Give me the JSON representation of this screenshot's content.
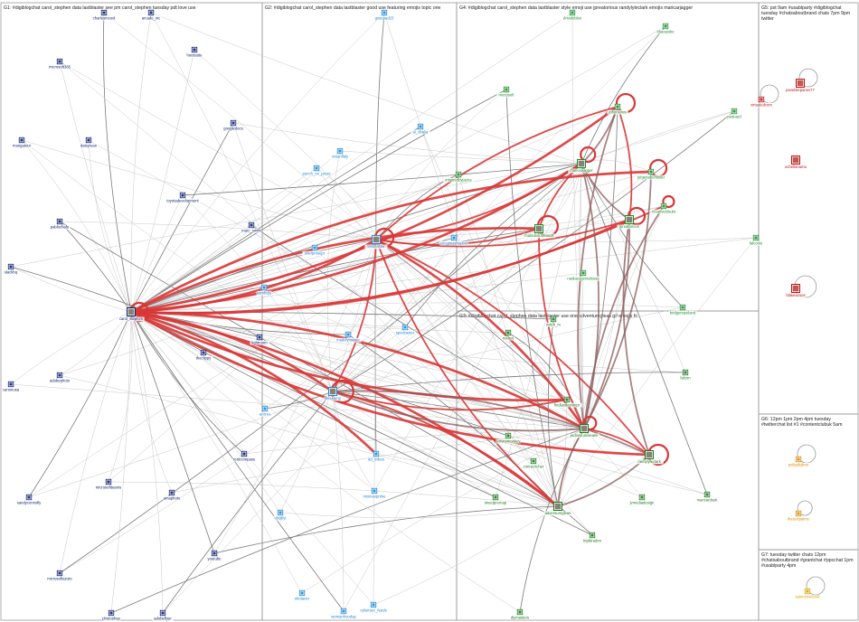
{
  "colors": {
    "G1": "#0b1f6e",
    "G2": "#1f88d6",
    "G3": "#1b7a1f",
    "G4": "#1b8f2e",
    "G5": "#c0121b",
    "G6": "#e08a00",
    "G7": "#e0a000",
    "edge_light": "#c8c8c8",
    "edge_dark": "#7b7b7b",
    "edge_red": "#d93636",
    "edge_brown": "#8b5a5a"
  },
  "groups": [
    {
      "id": "G1",
      "label": "G1: #digiblogchat carol_stephen data lastblaster see pm carol_stephen tuesday pdt love use"
    },
    {
      "id": "G2",
      "label": "G2: #digiblogchat carol_stephen data lastblaster good use featuring emojis topic one"
    },
    {
      "id": "G4",
      "label": "G4: #digiblogchat carol_stephen data lastblaster style emoji use jpreatorious randylyleclark emojis maricarjagger"
    },
    {
      "id": "G3",
      "label": "G3: #digiblogchat carol_stephen data lastblaster use one adventuregleas gif emojis hi"
    },
    {
      "id": "G5",
      "label": "G5: pst 9am #usablparty #digiblogchat tuesday #chatsaboutbrand chats 7pm 9pm twitter"
    },
    {
      "id": "G6",
      "label": "G6: 12pm 1pm 2pm 4pm tuesday #twitterchat list #1 #contentclubuk 5am"
    },
    {
      "id": "G7",
      "label": "G7: tuesday twitter chats 12pm #chatsaboutbrand #grantchat #ppcchat 1pm #usablparty 4pm"
    }
  ],
  "nodes": [
    {
      "id": "charlesmcool",
      "label": "charlesmcool",
      "g": "G1"
    },
    {
      "id": "arcade_inc",
      "label": "arcade_inc",
      "g": "G1"
    },
    {
      "id": "microsoft365",
      "label": "microsoft365",
      "g": "G1"
    },
    {
      "id": "hootsuite",
      "label": "hootsuite",
      "g": "G1"
    },
    {
      "id": "googledocs",
      "label": "googledocs",
      "g": "G1"
    },
    {
      "id": "mangatour",
      "label": "mangatour",
      "g": "G1"
    },
    {
      "id": "daisyrean",
      "label": "daisyrean",
      "g": "G1"
    },
    {
      "id": "toyotadevelopment",
      "label": "toyotadevelopment",
      "g": "G1"
    },
    {
      "id": "pablochafe",
      "label": "pablochafe",
      "g": "G1"
    },
    {
      "id": "marc_smith",
      "label": "marc_smith",
      "g": "G1"
    },
    {
      "id": "slackhq",
      "label": "slackhq",
      "g": "G1"
    },
    {
      "id": "carol_stephen",
      "label": "carol_stephen",
      "g": "G1"
    },
    {
      "id": "lightroom",
      "label": "lightroom",
      "g": "G1"
    },
    {
      "id": "theclippy",
      "label": "theclippy",
      "g": "G1"
    },
    {
      "id": "adobephoto",
      "label": "adobephoto",
      "g": "G1"
    },
    {
      "id": "canonusa",
      "label": "canonusa",
      "g": "G1"
    },
    {
      "id": "sandyconnolly",
      "label": "sandyconnolly",
      "g": "G1"
    },
    {
      "id": "microsoftteams",
      "label": "microsoftteams",
      "g": "G1"
    },
    {
      "id": "amaphotu",
      "label": "amaphotu",
      "g": "G1"
    },
    {
      "id": "microsoftazure",
      "label": "microsoftazure",
      "g": "G1"
    },
    {
      "id": "youtube",
      "label": "youtube",
      "g": "G1"
    },
    {
      "id": "photoshop",
      "label": "photoshop",
      "g": "G1"
    },
    {
      "id": "adobeflyer",
      "label": "adobeflyer",
      "g": "G1"
    },
    {
      "id": "gosquad23",
      "label": "gosquad23",
      "g": "G2"
    },
    {
      "id": "ai_dhalia",
      "label": "ai_dhalia",
      "g": "G2"
    },
    {
      "id": "vivianflaly",
      "label": "vivianflaly",
      "g": "G2"
    },
    {
      "id": "punch_on_press",
      "label": "punch_on_press",
      "g": "G2"
    },
    {
      "id": "lastblaster",
      "label": "lastblaster",
      "g": "G2"
    },
    {
      "id": "emojimashupbot",
      "label": "emojimashupbot",
      "g": "G2"
    },
    {
      "id": "interprosepr",
      "label": "interprosepr",
      "g": "G2"
    },
    {
      "id": "kambala",
      "label": "kambala",
      "g": "G2"
    },
    {
      "id": "spodcaster",
      "label": "spodcaster",
      "g": "G2"
    },
    {
      "id": "madelynsister",
      "label": "madelynsister",
      "g": "G2"
    },
    {
      "id": "jbeckamp",
      "label": "jbeckamp",
      "g": "G2"
    },
    {
      "id": "acorea",
      "label": "acorea",
      "g": "G2"
    },
    {
      "id": "dd_mikes",
      "label": "dd_mikes",
      "g": "G2"
    },
    {
      "id": "rentcompass",
      "label": "rentcompass",
      "g": "G1"
    },
    {
      "id": "mixmaxprime",
      "label": "mixmaxprime",
      "g": "G2"
    },
    {
      "id": "uhdjilyt",
      "label": "uhdjilyt",
      "g": "G2"
    },
    {
      "id": "shotaner",
      "label": "shotaner",
      "g": "G2"
    },
    {
      "id": "womanhoodup",
      "label": "womanhoodup",
      "g": "G2"
    },
    {
      "id": "cybersec_feeds",
      "label": "cybersec_feeds",
      "g": "G2"
    },
    {
      "id": "drivebibles",
      "label": "drivebibles",
      "g": "G4"
    },
    {
      "id": "bluespoke",
      "label": "bluespoke",
      "g": "G4"
    },
    {
      "id": "microsoft",
      "label": "microsoft",
      "g": "G4"
    },
    {
      "id": "johnrieves",
      "label": "johnrieves",
      "g": "G4"
    },
    {
      "id": "peduard",
      "label": "peduard",
      "g": "G4"
    },
    {
      "id": "inspiredbyjayna",
      "label": "inspiredbyjayna",
      "g": "G4"
    },
    {
      "id": "maricarjagger",
      "label": "maricarjagger",
      "g": "G4"
    },
    {
      "id": "jorgenabuhloder",
      "label": "jorgenabuhloder",
      "g": "G4"
    },
    {
      "id": "creativeidoubt",
      "label": "creativeidoubt",
      "g": "G4"
    },
    {
      "id": "jpreatorious",
      "label": "jpreatorious",
      "g": "G4"
    },
    {
      "id": "chatsaboutbrands",
      "label": "chatsaboutbrands",
      "g": "G4"
    },
    {
      "id": "falconio",
      "label": "falconio",
      "g": "G4"
    },
    {
      "id": "nadiaeugeniafessa",
      "label": "nadiaeugeniafessa",
      "g": "G4"
    },
    {
      "id": "bridgemaxiland",
      "label": "bridgemaxiland",
      "g": "G4"
    },
    {
      "id": "mitch_m",
      "label": "mitch_m",
      "g": "G3"
    },
    {
      "id": "nodexl",
      "label": "nodexl",
      "g": "G3"
    },
    {
      "id": "falcon",
      "label": "falcon",
      "g": "G3"
    },
    {
      "id": "findlasttoysmpr",
      "label": "findlasttoysmpr",
      "g": "G3"
    },
    {
      "id": "surveymonkey",
      "label": "surveymonkey",
      "g": "G3"
    },
    {
      "id": "jackieyumisease",
      "label": "jackieyumisease",
      "g": "G3"
    },
    {
      "id": "randylyleclark",
      "label": "randylyleclark",
      "g": "G3"
    },
    {
      "id": "connectcher",
      "label": "connectcher",
      "g": "G3"
    },
    {
      "id": "tweetpremap",
      "label": "tweetpremap",
      "g": "G3"
    },
    {
      "id": "adventuregleas",
      "label": "adventuregleas",
      "g": "G3"
    },
    {
      "id": "jvmediadesign",
      "label": "jvmediadesign",
      "g": "G3"
    },
    {
      "id": "maricardsuk",
      "label": "maricardsuk",
      "g": "G3"
    },
    {
      "id": "tripbtraden",
      "label": "tripbtraden",
      "g": "G3"
    },
    {
      "id": "diymasters",
      "label": "diymasters",
      "g": "G3"
    },
    {
      "id": "virtualedcom",
      "label": "virtualedcom",
      "g": "G5"
    },
    {
      "id": "pavelstepanov77",
      "label": "pavelstepanov77",
      "g": "G5"
    },
    {
      "id": "achellanama",
      "label": "achellanama",
      "g": "G5"
    },
    {
      "id": "blakeazoos",
      "label": "blakeazoos",
      "g": "G5"
    },
    {
      "id": "polaydujkno",
      "label": "polaydujkno",
      "g": "G6"
    },
    {
      "id": "thereizpalme",
      "label": "thereizpalme",
      "g": "G6"
    },
    {
      "id": "samminw2008",
      "label": "samminw2008",
      "g": "G7"
    }
  ],
  "edges": [
    [
      "carol_stephen",
      "lastblaster",
      3
    ],
    [
      "carol_stephen",
      "jbeckamp",
      3
    ],
    [
      "carol_stephen",
      "johnrieves",
      3
    ],
    [
      "carol_stephen",
      "jorgenabuhloder",
      3
    ],
    [
      "carol_stephen",
      "jpreatorious",
      3
    ],
    [
      "carol_stephen",
      "chatsaboutbrands",
      3
    ],
    [
      "carol_stephen",
      "maricarjagger",
      3
    ],
    [
      "carol_stephen",
      "jackieyumisease",
      3
    ],
    [
      "carol_stephen",
      "randylyleclark",
      3
    ],
    [
      "carol_stephen",
      "adventuregleas",
      3
    ],
    [
      "carol_stephen",
      "findlasttoysmpr",
      3
    ],
    [
      "carol_stephen",
      "dd_mikes",
      3
    ],
    [
      "carol_stephen",
      "creativeidoubt",
      2
    ],
    [
      "lastblaster",
      "johnrieves",
      2
    ],
    [
      "lastblaster",
      "jpreatorious",
      2
    ],
    [
      "lastblaster",
      "jackieyumisease",
      3
    ],
    [
      "lastblaster",
      "chatsaboutbrands",
      2
    ],
    [
      "lastblaster",
      "jbeckamp",
      2
    ],
    [
      "lastblaster",
      "maricarjagger",
      2
    ],
    [
      "lastblaster",
      "randylyleclark",
      2
    ],
    [
      "lastblaster",
      "adventuregleas",
      2
    ],
    [
      "jbeckamp",
      "adventuregleas",
      2
    ],
    [
      "jbeckamp",
      "jackieyumisease",
      2
    ],
    [
      "jbeckamp",
      "randylyleclark",
      2
    ],
    [
      "jbeckamp",
      "findlasttoysmpr",
      2
    ],
    [
      "johnrieves",
      "maricarjagger",
      2
    ],
    [
      "johnrieves",
      "jackieyumisease",
      2
    ],
    [
      "johnrieves",
      "jpreatorious",
      2
    ],
    [
      "maricarjagger",
      "jpreatorious",
      2
    ],
    [
      "maricarjagger",
      "jackieyumisease",
      2
    ],
    [
      "maricarjagger",
      "chatsaboutbrands",
      2
    ],
    [
      "jpreatorious",
      "jackieyumisease",
      2
    ],
    [
      "jpreatorious",
      "randylyleclark",
      2
    ],
    [
      "jackieyumisease",
      "randylyleclark",
      2
    ],
    [
      "jackieyumisease",
      "adventuregleas",
      2
    ],
    [
      "randylyleclark",
      "adventuregleas",
      2
    ],
    [
      "chatsaboutbrands",
      "jackieyumisease",
      2
    ],
    [
      "jorgenabuhloder",
      "jackieyumisease",
      2
    ],
    [
      "creativeidoubt",
      "jackieyumisease",
      2
    ]
  ]
}
